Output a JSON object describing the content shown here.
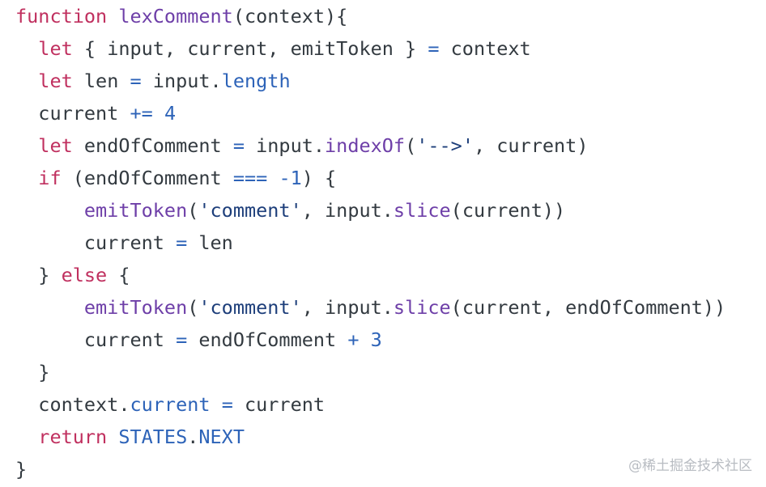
{
  "colors": {
    "background": "#ffffff",
    "keyword": "#c0305f",
    "function": "#6e3fa8",
    "property": "#2d63b8",
    "number": "#2d63b8",
    "operator": "#2d63b8",
    "string": "#1d3e7a",
    "constant": "#2d63b8",
    "plain": "#333a40"
  },
  "code": {
    "lines": [
      [
        {
          "t": "keyword",
          "v": "function"
        },
        {
          "t": "plain",
          "v": " "
        },
        {
          "t": "function",
          "v": "lexComment"
        },
        {
          "t": "plain",
          "v": "(context){"
        }
      ],
      [
        {
          "t": "plain",
          "v": "  "
        },
        {
          "t": "keyword",
          "v": "let"
        },
        {
          "t": "plain",
          "v": " { input, current, emitToken } "
        },
        {
          "t": "operator",
          "v": "="
        },
        {
          "t": "plain",
          "v": " context"
        }
      ],
      [
        {
          "t": "plain",
          "v": "  "
        },
        {
          "t": "keyword",
          "v": "let"
        },
        {
          "t": "plain",
          "v": " len "
        },
        {
          "t": "operator",
          "v": "="
        },
        {
          "t": "plain",
          "v": " input."
        },
        {
          "t": "property",
          "v": "length"
        }
      ],
      [
        {
          "t": "plain",
          "v": "  current "
        },
        {
          "t": "operator",
          "v": "+="
        },
        {
          "t": "plain",
          "v": " "
        },
        {
          "t": "number",
          "v": "4"
        }
      ],
      [
        {
          "t": "plain",
          "v": "  "
        },
        {
          "t": "keyword",
          "v": "let"
        },
        {
          "t": "plain",
          "v": " endOfComment "
        },
        {
          "t": "operator",
          "v": "="
        },
        {
          "t": "plain",
          "v": " input."
        },
        {
          "t": "function",
          "v": "indexOf"
        },
        {
          "t": "plain",
          "v": "("
        },
        {
          "t": "string",
          "v": "'-->'"
        },
        {
          "t": "plain",
          "v": ", current)"
        }
      ],
      [
        {
          "t": "plain",
          "v": "  "
        },
        {
          "t": "keyword",
          "v": "if"
        },
        {
          "t": "plain",
          "v": " (endOfComment "
        },
        {
          "t": "operator",
          "v": "==="
        },
        {
          "t": "plain",
          "v": " "
        },
        {
          "t": "number",
          "v": "-1"
        },
        {
          "t": "plain",
          "v": ") {"
        }
      ],
      [
        {
          "t": "plain",
          "v": "      "
        },
        {
          "t": "function",
          "v": "emitToken"
        },
        {
          "t": "plain",
          "v": "("
        },
        {
          "t": "string",
          "v": "'comment'"
        },
        {
          "t": "plain",
          "v": ", input."
        },
        {
          "t": "function",
          "v": "slice"
        },
        {
          "t": "plain",
          "v": "(current))"
        }
      ],
      [
        {
          "t": "plain",
          "v": "      current "
        },
        {
          "t": "operator",
          "v": "="
        },
        {
          "t": "plain",
          "v": " len"
        }
      ],
      [
        {
          "t": "plain",
          "v": "  } "
        },
        {
          "t": "keyword",
          "v": "else"
        },
        {
          "t": "plain",
          "v": " {"
        }
      ],
      [
        {
          "t": "plain",
          "v": "      "
        },
        {
          "t": "function",
          "v": "emitToken"
        },
        {
          "t": "plain",
          "v": "("
        },
        {
          "t": "string",
          "v": "'comment'"
        },
        {
          "t": "plain",
          "v": ", input."
        },
        {
          "t": "function",
          "v": "slice"
        },
        {
          "t": "plain",
          "v": "(current, endOfComment))"
        }
      ],
      [
        {
          "t": "plain",
          "v": "      current "
        },
        {
          "t": "operator",
          "v": "="
        },
        {
          "t": "plain",
          "v": " endOfComment "
        },
        {
          "t": "operator",
          "v": "+"
        },
        {
          "t": "plain",
          "v": " "
        },
        {
          "t": "number",
          "v": "3"
        }
      ],
      [
        {
          "t": "plain",
          "v": "  }"
        }
      ],
      [
        {
          "t": "plain",
          "v": "  context."
        },
        {
          "t": "property",
          "v": "current"
        },
        {
          "t": "plain",
          "v": " "
        },
        {
          "t": "operator",
          "v": "="
        },
        {
          "t": "plain",
          "v": " current"
        }
      ],
      [
        {
          "t": "plain",
          "v": "  "
        },
        {
          "t": "keyword",
          "v": "return"
        },
        {
          "t": "plain",
          "v": " "
        },
        {
          "t": "constant",
          "v": "STATES"
        },
        {
          "t": "plain",
          "v": "."
        },
        {
          "t": "constant",
          "v": "NEXT"
        }
      ],
      [
        {
          "t": "plain",
          "v": "}"
        }
      ]
    ]
  },
  "watermark": {
    "text": "@稀土掘金技术社区"
  }
}
